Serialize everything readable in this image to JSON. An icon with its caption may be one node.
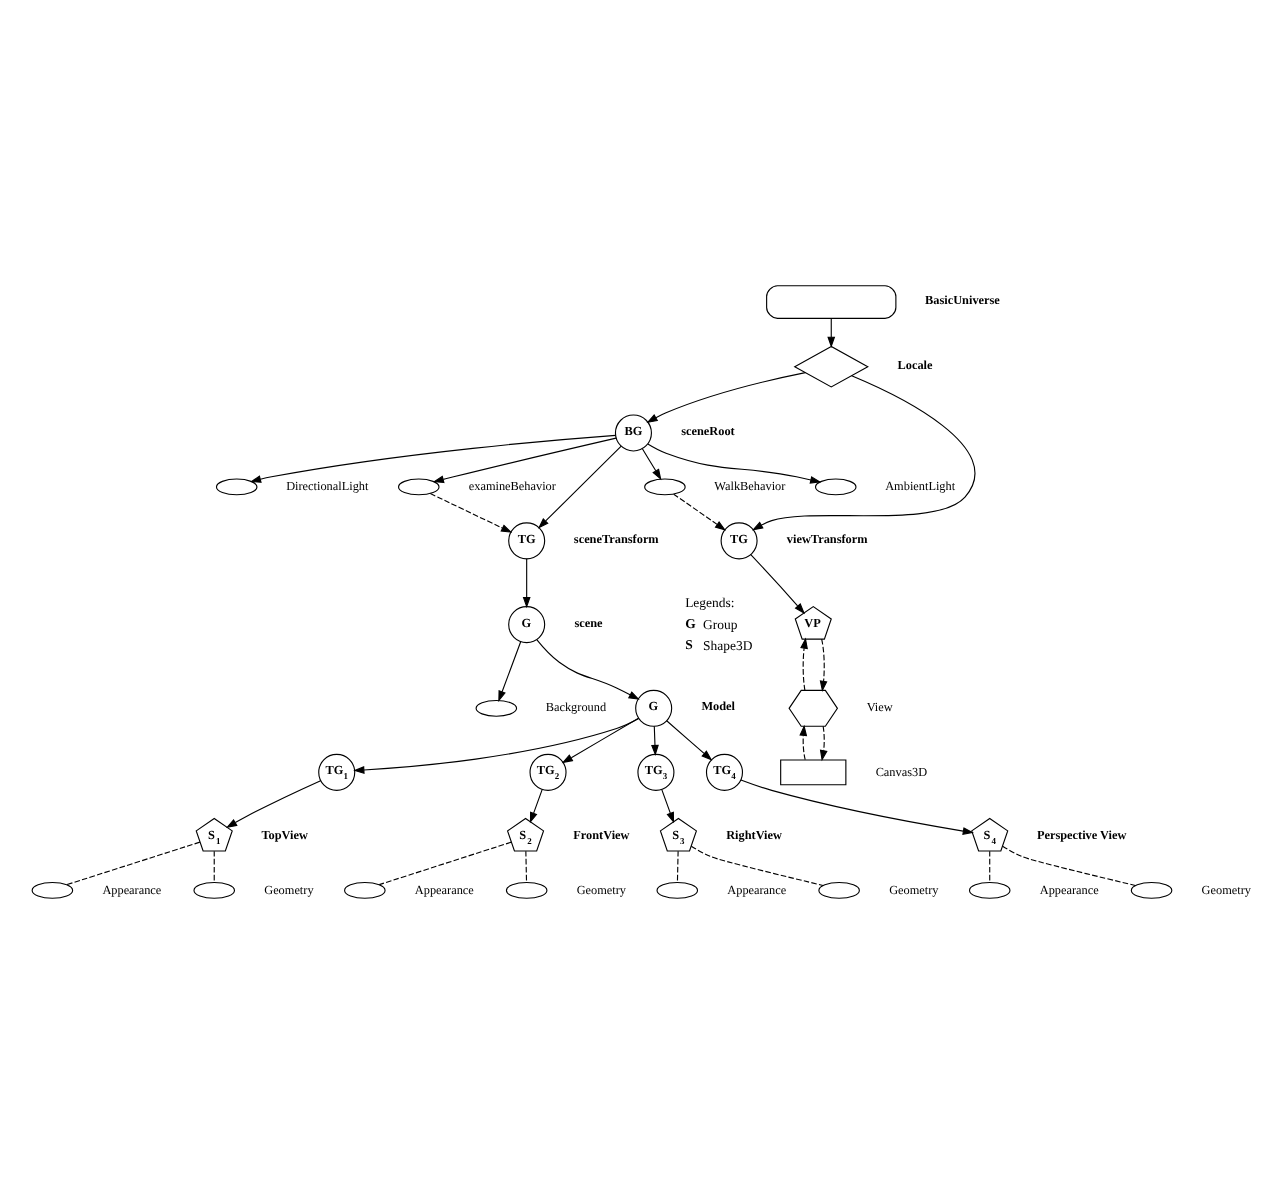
{
  "diagram": {
    "nodes": [
      {
        "text": [],
        "shape": "box",
        "beside": [
          "BasicUniverse"
        ]
      },
      {
        "text": [],
        "shape": "diamond",
        "beside": [
          "Locale"
        ]
      },
      {
        "text": [
          "BG"
        ],
        "beside": [
          "sceneRoot"
        ]
      },
      {
        "text": [
          "TG"
        ],
        "beside": [
          "viewTransform"
        ]
      },
      {
        "text": [],
        "shape": "ellipse",
        "beside": [
          "AmbientLight"
        ]
      },
      {
        "text": [],
        "shape": "ellipse",
        "beside": [
          "DirectionalLight"
        ]
      },
      {
        "text": [],
        "shape": "ellipse",
        "beside": [
          "WalkBehavior"
        ]
      },
      {
        "text": [],
        "shape": "ellipse",
        "beside": [
          "examineBehavior"
        ]
      },
      {
        "text": [
          "TG"
        ],
        "beside": [
          "sceneTransform"
        ]
      },
      {
        "text": [
          "VP"
        ]
      },
      {
        "text": [],
        "shape": "hexagon",
        "beside": [
          "View"
        ]
      },
      {
        "text": [],
        "shape": "box",
        "beside": [
          "Canvas3D"
        ]
      },
      {
        "text": [
          "G"
        ],
        "beside": [
          "scene"
        ]
      },
      {
        "text": [],
        "shape": "ellipse",
        "beside": [
          "Background"
        ]
      },
      {
        "text": [
          "G"
        ],
        "beside": [
          "Model"
        ]
      },
      {
        "text": [
          "TG$_{1}$"
        ]
      },
      {
        "text": [
          "TG$_{2}$"
        ]
      },
      {
        "text": [
          "TG$_{3}$"
        ]
      },
      {
        "text": [
          "TG$_{4}$"
        ]
      },
      {
        "text": [
          "S$_{1}$"
        ],
        "beside": [
          "TopView"
        ]
      },
      {
        "text": [],
        "shape": "ellipse",
        "beside": [
          "Appearance"
        ]
      },
      {
        "text": [],
        "shape": "ellipse",
        "beside": [
          "Geometry"
        ]
      },
      {
        "text": [
          "S$_{2}$"
        ],
        "beside": [
          "FrontView"
        ]
      },
      {
        "text": [],
        "shape": "ellipse",
        "beside": [
          "Appearance"
        ]
      },
      {
        "text": [],
        "shape": "ellipse",
        "beside": [
          "Geometry"
        ]
      },
      {
        "text": [
          "S$_{3}$"
        ],
        "beside": [
          "RightView"
        ]
      },
      {
        "text": [],
        "shape": "ellipse",
        "beside": [
          "Appearance"
        ]
      },
      {
        "text": [],
        "shape": "ellipse",
        "beside": [
          "Geometry"
        ]
      },
      {
        "text": [
          "S$_{4}$"
        ],
        "beside": [
          "Perspective View"
        ]
      },
      {
        "text": [],
        "shape": "ellipse",
        "beside": [
          "Appearance"
        ]
      },
      {
        "text": [],
        "shape": "ellipse",
        "beside": [
          "Geometry"
        ]
      }
    ],
    "edges": [
      {
        "from": 0,
        "to": 1,
        "arrow": "to"
      },
      {
        "from": 1,
        "to": 2,
        "arrow": "to"
      },
      {
        "from": 1,
        "to": 3,
        "arrow": "to"
      },
      {
        "from": 2,
        "to": 4,
        "arrow": "to"
      },
      {
        "from": 2,
        "to": 5,
        "arrow": "to"
      },
      {
        "from": 2,
        "to": 6,
        "arrow": "to"
      },
      {
        "from": 2,
        "to": 8,
        "arrow": "to"
      },
      {
        "from": 2,
        "to": 7,
        "arrow": "to"
      },
      {
        "from": 6,
        "to": 3,
        "arrow": "to",
        "style": "dashed"
      },
      {
        "from": 7,
        "to": 8,
        "arrow": "to",
        "style": "dashed"
      },
      {
        "from": 3,
        "to": 9,
        "arrow": "to"
      },
      {
        "from": 9,
        "to": 10,
        "arrow": "to",
        "style": "dashed"
      },
      {
        "from": 10,
        "to": 9,
        "arrow": "to",
        "style": "dashed"
      },
      {
        "from": 11,
        "to": 10,
        "arrow": "to",
        "style": "dashed"
      },
      {
        "from": 10,
        "to": 11,
        "arrow": "to",
        "style": "dashed"
      },
      {
        "from": 8,
        "to": 12,
        "arrow": "to"
      },
      {
        "from": 12,
        "to": 13,
        "arrow": "to"
      },
      {
        "from": 12,
        "to": 14,
        "arrow": "to"
      },
      {
        "from": 14,
        "to": 15,
        "arrow": "to"
      },
      {
        "from": 14,
        "to": 16,
        "arrow": "to"
      },
      {
        "from": 14,
        "to": 17,
        "arrow": "to"
      },
      {
        "from": 14,
        "to": 18,
        "arrow": "to"
      },
      {
        "from": 15,
        "to": 19,
        "arrow": "to"
      },
      {
        "from": 16,
        "to": 22,
        "arrow": "to"
      },
      {
        "from": 17,
        "to": 25,
        "arrow": "to"
      },
      {
        "from": 18,
        "to": 28,
        "arrow": "to"
      },
      {
        "from": 19,
        "to": 20,
        "arrow": "none",
        "style": "dashed"
      },
      {
        "from": 19,
        "to": 21,
        "arrow": "none",
        "style": "dashed"
      },
      {
        "from": 22,
        "to": 23,
        "arrow": "none",
        "style": "dashed"
      },
      {
        "from": 22,
        "to": 24,
        "arrow": "none",
        "style": "dashed"
      },
      {
        "from": 25,
        "to": 26,
        "arrow": "none",
        "style": "dashed"
      },
      {
        "from": 25,
        "to": 27,
        "arrow": "none",
        "style": "dashed"
      },
      {
        "from": 28,
        "to": 29,
        "arrow": "none",
        "style": "dashed"
      },
      {
        "from": 28,
        "to": 30,
        "arrow": "none",
        "style": "dashed"
      }
    ],
    "labels": [
      "Legends:",
      "G",
      "Group",
      "S",
      "Shape3D"
    ]
  }
}
